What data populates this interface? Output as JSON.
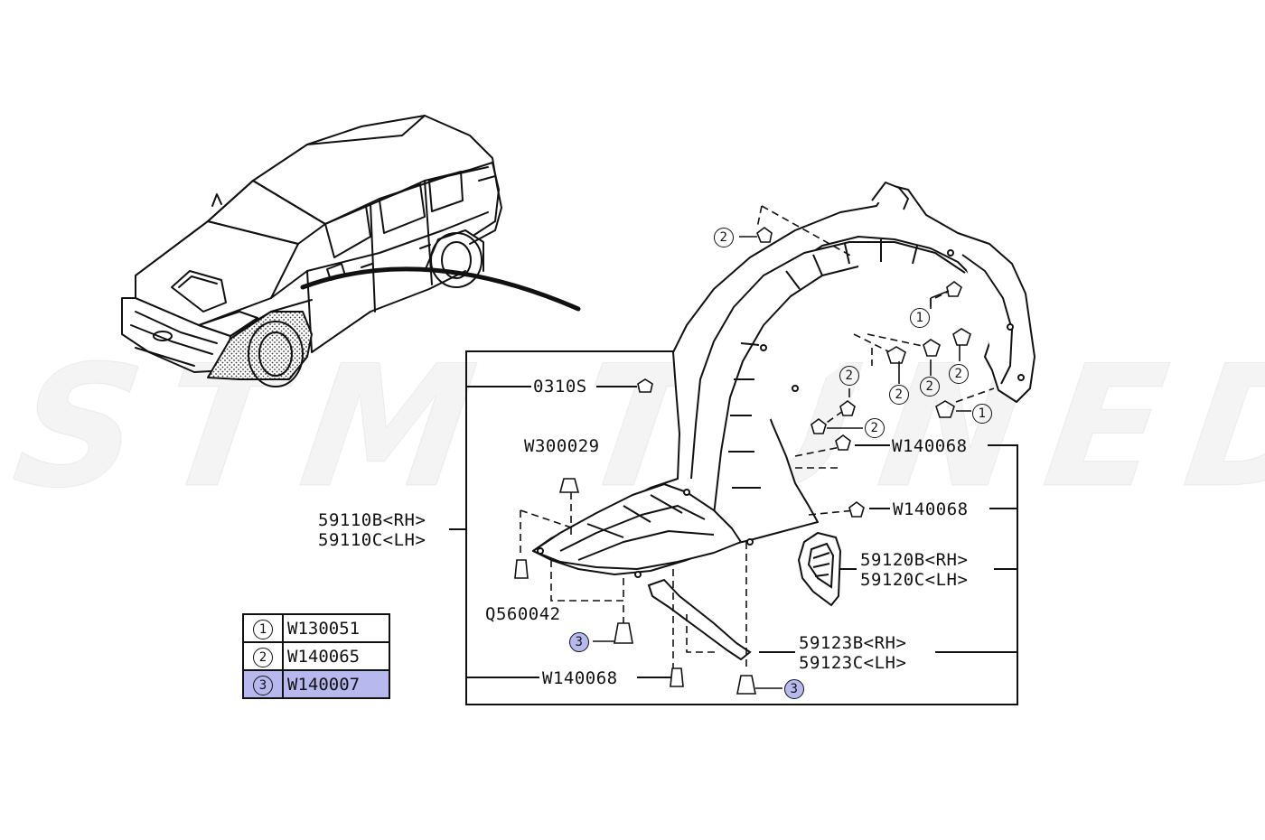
{
  "watermark": "STM TUNED",
  "callouts": {
    "c_0310S": "0310S",
    "c_W300029": "W300029",
    "c_W140068_a": "W140068",
    "c_W140068_b": "W140068",
    "c_W140068_c": "W140068",
    "c_59110B": "59110B<RH>",
    "c_59110C": "59110C<LH>",
    "c_59120B": "59120B<RH>",
    "c_59120C": "59120C<LH>",
    "c_Q560042": "Q560042",
    "c_59123B": "59123B<RH>",
    "c_59123C": "59123C<LH>"
  },
  "index_markers": {
    "m1a": "1",
    "m1b": "1",
    "m2a": "2",
    "m2b": "2",
    "m2c": "2",
    "m2d": "2",
    "m2e": "2",
    "m2f": "2",
    "m3a": "3",
    "m3b": "3"
  },
  "legend": [
    {
      "num": "1",
      "code": "W130051",
      "highlighted": false
    },
    {
      "num": "2",
      "code": "W140065",
      "highlighted": false
    },
    {
      "num": "3",
      "code": "W140007",
      "highlighted": true
    }
  ],
  "colors": {
    "highlight": "#b7b8ee",
    "line": "#111111"
  }
}
